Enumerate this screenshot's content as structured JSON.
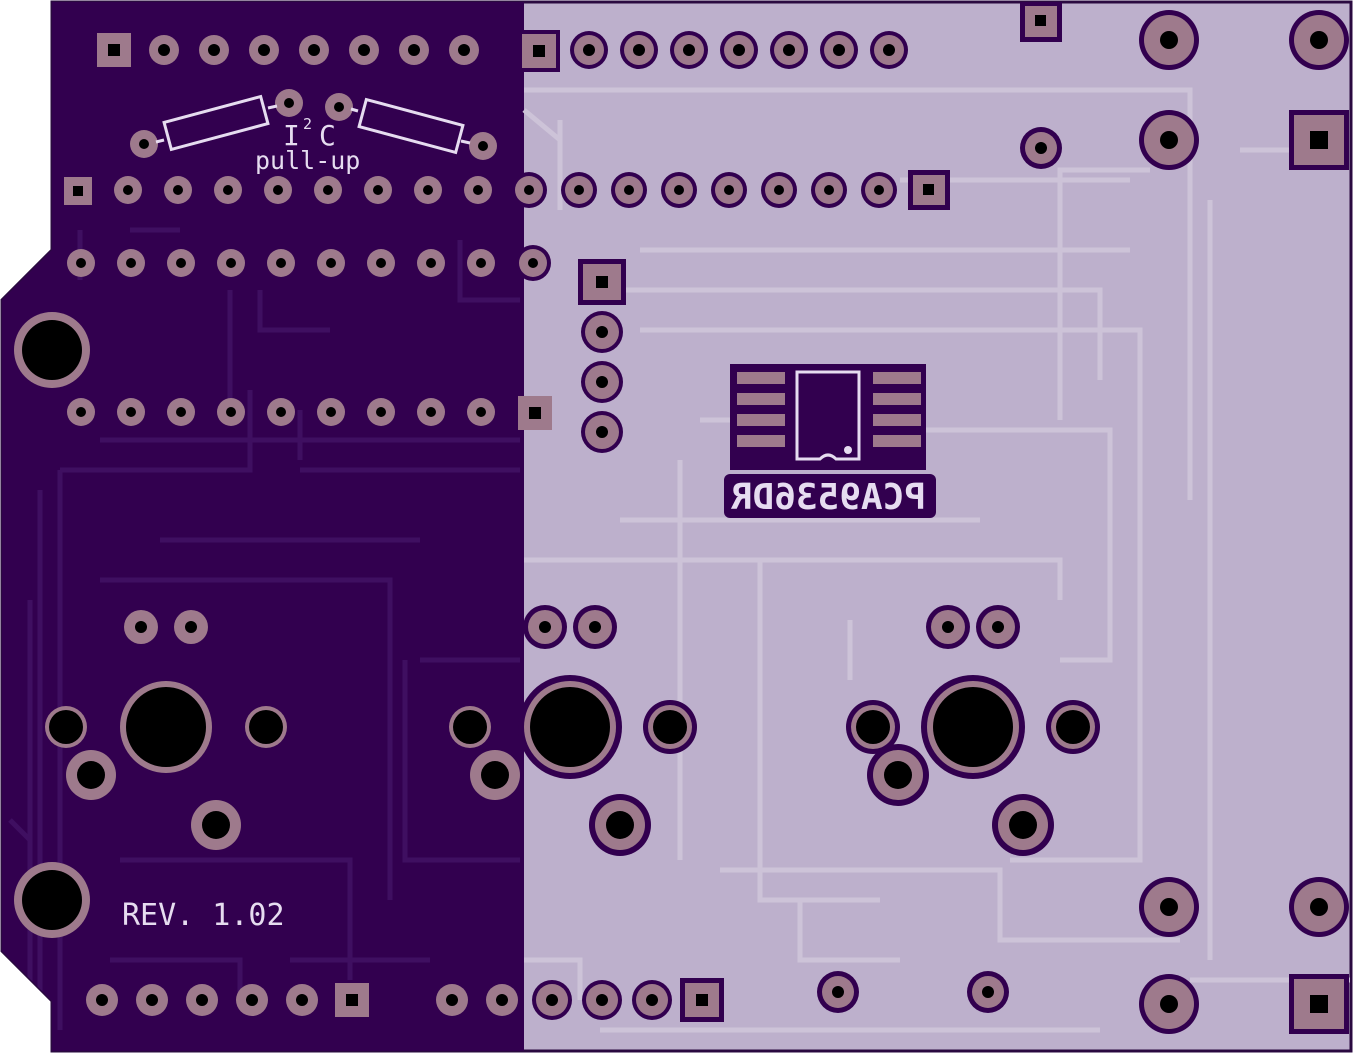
{
  "board": {
    "silk_i2c": "I",
    "silk_i2c_sup": "2",
    "silk_i2c_c": "C",
    "silk_pullup": "pull-up",
    "silk_revision": "REV. 1.02",
    "silk_chip_mirrored": "PCA9536DR"
  },
  "colors": {
    "soldermask_dark": "#32004f",
    "soldermask_light": "#bdb0cc",
    "trace_dark": "#3f0f61",
    "trace_light": "#cdc3d8",
    "copper_pad": "#9e7a8c",
    "silkscreen": "#e6dcf0",
    "outline": "#2a0a40",
    "drill": "#000000"
  }
}
